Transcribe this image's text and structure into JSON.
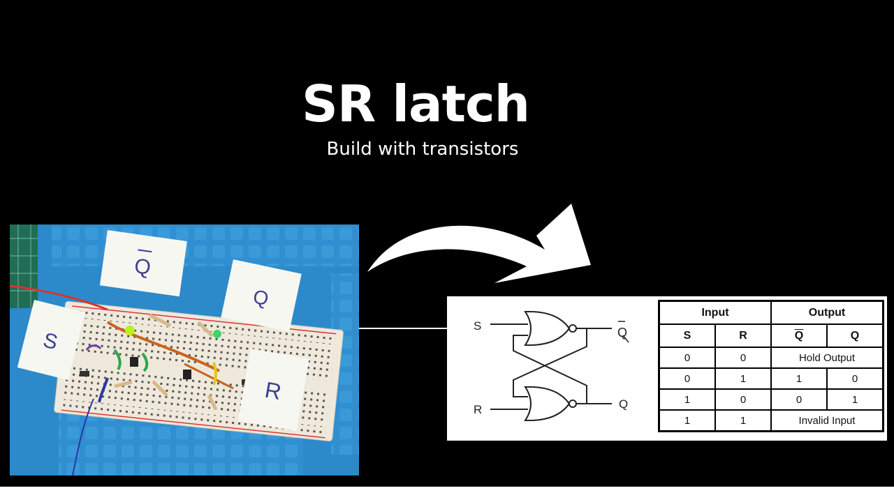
{
  "title": "SR latch",
  "subtitle": "Build with transistors",
  "photo": {
    "card_qbar": "Q",
    "card_q": "Q",
    "card_s": "S",
    "card_r": "R"
  },
  "diagram": {
    "input_s": "S",
    "input_r": "R",
    "output_qbar": "Q",
    "output_q": "Q"
  },
  "truth_table": {
    "group_headers": [
      "Input",
      "Output"
    ],
    "column_headers": [
      "S",
      "R",
      "Q",
      "Q"
    ],
    "rows": [
      {
        "s": "0",
        "r": "0",
        "out": "Hold Output"
      },
      {
        "s": "0",
        "r": "1",
        "qbar": "1",
        "q": "0"
      },
      {
        "s": "1",
        "r": "0",
        "qbar": "0",
        "q": "1"
      },
      {
        "s": "1",
        "r": "1",
        "out": "Invalid Input"
      }
    ]
  },
  "colors": {
    "background": "#000000",
    "text": "#ffffff",
    "mat": "#2f8fd0",
    "breadboard": "#efe9dc"
  }
}
